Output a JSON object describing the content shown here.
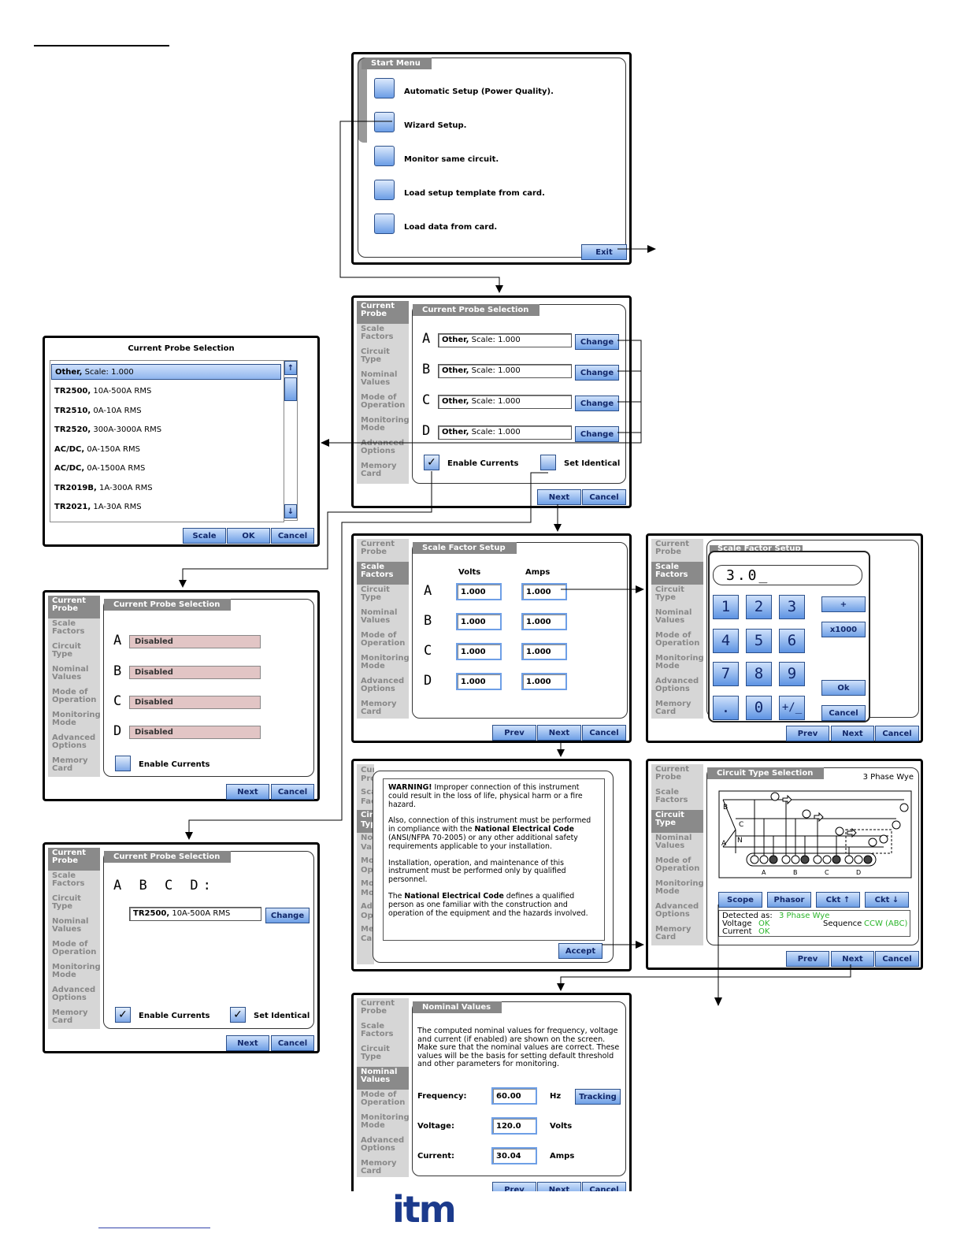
{
  "nav_items": [
    "Current Probe",
    "Scale Factors",
    "Circuit Type",
    "Nominal Values",
    "Mode of Operation",
    "Monitoring Mode",
    "Advanced Options",
    "Memory Card"
  ],
  "start_menu": {
    "title": "Start Menu",
    "items": [
      "Automatic Setup (Power Quality).",
      "Wizard Setup.",
      "Monitor same circuit.",
      "Load setup template from card.",
      "Load data from card."
    ],
    "exit": "Exit"
  },
  "probe_selection": {
    "title": "Current Probe Selection",
    "channels": [
      {
        "letter": "A",
        "value_bold": "Other,",
        "value_rest": " Scale: 1.000",
        "button": "Change"
      },
      {
        "letter": "B",
        "value_bold": "Other,",
        "value_rest": " Scale: 1.000",
        "button": "Change"
      },
      {
        "letter": "C",
        "value_bold": "Other,",
        "value_rest": " Scale: 1.000",
        "button": "Change"
      },
      {
        "letter": "D",
        "value_bold": "Other,",
        "value_rest": " Scale: 1.000",
        "button": "Change"
      }
    ],
    "enable_currents": "Enable Currents",
    "set_identical": "Set Identical",
    "next": "Next",
    "cancel": "Cancel"
  },
  "probe_list": {
    "title": "Current Probe Selection",
    "items": [
      {
        "bold": "Other,",
        "rest": " Scale: 1.000"
      },
      {
        "bold": "TR2500,",
        "rest": " 10A-500A RMS"
      },
      {
        "bold": "TR2510,",
        "rest": " 0A-10A RMS"
      },
      {
        "bold": "TR2520,",
        "rest": " 300A-3000A RMS"
      },
      {
        "bold": "AC/DC,",
        "rest": " 0A-150A  RMS"
      },
      {
        "bold": "AC/DC,",
        "rest": " 0A-1500A RMS"
      },
      {
        "bold": "TR2019B,",
        "rest": " 1A-300A RMS"
      },
      {
        "bold": "TR2021,",
        "rest": " 1A-30A RMS"
      }
    ],
    "scroll_up": "↑",
    "scroll_down": "↓",
    "scale": "Scale",
    "ok": "OK",
    "cancel": "Cancel"
  },
  "disabled_screen": {
    "title": "Current Probe Selection",
    "letters": [
      "A",
      "B",
      "C",
      "D"
    ],
    "values": [
      "Disabled",
      "Disabled",
      "Disabled",
      "Disabled"
    ],
    "enable_currents": "Enable Currents",
    "next": "Next",
    "cancel": "Cancel"
  },
  "identical_screen": {
    "title": "Current Probe Selection",
    "abcd": "A B C D:",
    "value_bold": "TR2500,",
    "value_rest": " 10A-500A RMS",
    "change": "Change",
    "enable_currents": "Enable Currents",
    "set_identical": "Set Identical",
    "next": "Next",
    "cancel": "Cancel"
  },
  "scale_factor": {
    "title": "Scale Factor Setup",
    "col_volts": "Volts",
    "col_amps": "Amps",
    "letters": [
      "A",
      "B",
      "C",
      "D"
    ],
    "volts": [
      "1.000",
      "1.000",
      "1.000",
      "1.000"
    ],
    "amps": [
      "1.000",
      "1.000",
      "1.000",
      "1.000"
    ],
    "prev": "Prev",
    "next": "Next",
    "cancel": "Cancel"
  },
  "keypad": {
    "partial_title": "Scale Factor Setup",
    "display": "3.0_",
    "keys": [
      "1",
      "2",
      "3",
      "4",
      "5",
      "6",
      "7",
      "8",
      "9",
      ".",
      "0",
      "+/_"
    ],
    "plus": "+",
    "x1000": "x1000",
    "ok": "Ok",
    "cancel": "Cancel",
    "prev": "Prev",
    "next": "Next",
    "cancel2": "Cancel"
  },
  "warning": {
    "nav_fragments": [
      "Current",
      "Pro",
      "Sca",
      "Fac",
      "Cir",
      "Typ",
      "Nor",
      "Val",
      "Mo",
      "Op",
      "Mo",
      "Mo",
      "Ad",
      "Op",
      "Me",
      "Car"
    ],
    "p1_bold": "WARNING!",
    "p1": " Improper connection of this instrument could result in the loss of life, physical harm or a fire hazard.",
    "p2a": "Also, connection of this instrument must be performed in compliance with the ",
    "p2b": "National Electrical Code",
    "p2c": " (ANSI/NFPA 70-2005) or any other additional safety requirements applicable to your installation.",
    "p3": "Installation, operation, and maintenance of this instrument must be performed only by qualified personnel.",
    "p4a": "The ",
    "p4b": "National Electrical Code",
    "p4c": " defines a qualified person as one familiar with the construction and operation of the equipment and the hazards involved.",
    "accept": "Accept"
  },
  "circuit_type": {
    "title": "Circuit Type Selection",
    "type_label": "3 Phase Wye",
    "diagram_labels": [
      "B",
      "C",
      "N",
      "A",
      "A",
      "B",
      "C",
      "D"
    ],
    "scope": "Scope",
    "phasor": "Phasor",
    "ckt_up": "Ckt ↑",
    "ckt_down": "Ckt ↓",
    "detected_label": "Detected as:",
    "detected_value": "3 Phase Wye",
    "voltage_label": "Voltage",
    "voltage_value": "OK",
    "sequence_label": "Sequence",
    "sequence_value": "CCW (ABC)",
    "current_label": "Current",
    "current_value": "OK",
    "prev": "Prev",
    "next": "Next",
    "cancel": "Cancel"
  },
  "nominal": {
    "title": "Nominal Values",
    "desc": "The computed nominal values for frequency, voltage and current (if enabled) are shown on the screen. Make sure that the nominal values are correct. These values will be the basis for setting default threshold and other parameters for monitoring.",
    "freq_label": "Frequency:",
    "freq_value": "60.00",
    "freq_unit": "Hz",
    "tracking": "Tracking",
    "volt_label": "Voltage:",
    "volt_value": "120.0",
    "volt_unit": "Volts",
    "curr_label": "Current:",
    "curr_value": "30.04",
    "curr_unit": "Amps",
    "prev": "Prev",
    "next": "Next",
    "cancel": "Cancel"
  },
  "logo": "itm",
  "colors": {
    "button_blue": "#6e9fe6",
    "nav_gray": "#d6d6d6",
    "nav_active": "#8a8a8a",
    "disabled_pink": "#e2c5c5",
    "ok_green": "#2bb52b"
  }
}
